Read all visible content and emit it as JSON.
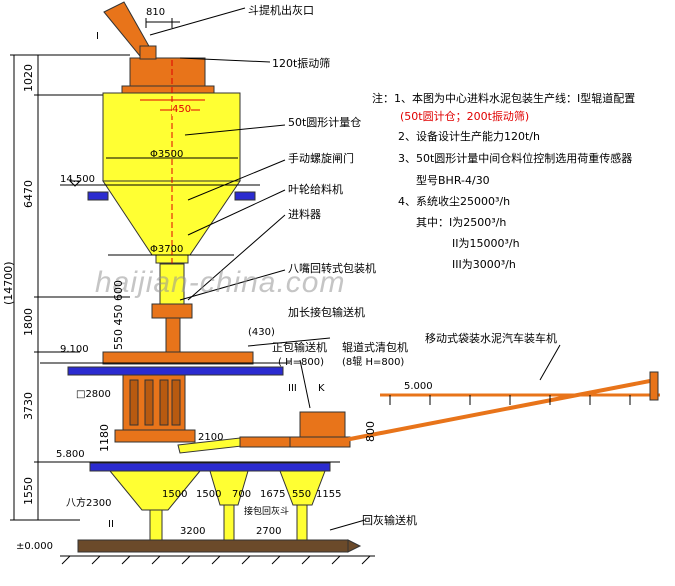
{
  "colors": {
    "yellow": "#ffff33",
    "orange": "#e8741a",
    "blue": "#2b2bd0",
    "outline": "#333333",
    "red": "#e00000",
    "ground": "#6b4a2a"
  },
  "labels": {
    "bucket_outlet": "斗提机出灰口",
    "dim_810": "810",
    "screen_120t": "120t振动筛",
    "dim_450": "450",
    "bin_50t": "50t圆形计量仓",
    "phi_3500": "Φ3500",
    "manual_gate": "手动螺旋闸门",
    "elev_14500": "14.500",
    "impeller_feeder": "叶轮给料机",
    "feeder": "进料器",
    "phi_3700": "Φ3700",
    "packer": "八嘴回转式包装机",
    "conveyor_long": "加长接包输送机",
    "dim_430": "(430)",
    "dim_550_450_600": "550 450 600",
    "elev_9100": "9.100",
    "straight_conveyor": "正包输送机",
    "roller_cleaner": "辊道式清包机",
    "h800_a": "( H=800)",
    "h800_b": "(8辊 H=800)",
    "mobile_loader": "移动式袋装水泥汽车装车机",
    "mark_III": "III",
    "mark_K": "K",
    "dim_2800": "□2800",
    "elev_5000": "5.000",
    "dim_1180": "1180",
    "dim_2100": "2100",
    "dim_800": "800",
    "elev_5800": "5.800",
    "dim_1500a": "1500",
    "dim_1500b": "1500",
    "dim_700": "700",
    "dim_1675": "1675",
    "dim_550": "550",
    "dim_1155": "1155",
    "octagon_2300": "八方2300",
    "mark_II": "II",
    "dim_3200": "3200",
    "dim_2700": "2700",
    "return_hopper": "接包回灰斗",
    "return_conveyor": "回灰输送机",
    "elev_0": "±0.000",
    "mark_I": "I",
    "dim_1020": "1020",
    "dim_6470": "6470",
    "dim_14700": "(14700)",
    "dim_1800": "1800",
    "dim_3730": "3730",
    "dim_1550": "1550"
  },
  "notes": {
    "n1": "注：1、本图为中心进料水泥包装生产线：I型辊道配置",
    "n1b": "(50t圆计仓；200t振动筛)",
    "n2": "2、设备设计生产能力120t/h",
    "n3": "3、50t圆形计量中间仓料位控制选用荷重传感器",
    "n3b": "型号BHR-4/30",
    "n4": "4、系统收尘25000³/h",
    "n4a": "其中：I为2500³/h",
    "n4b": "II为15000³/h",
    "n4c": "III为3000³/h"
  },
  "watermark": "haijian-china.com"
}
